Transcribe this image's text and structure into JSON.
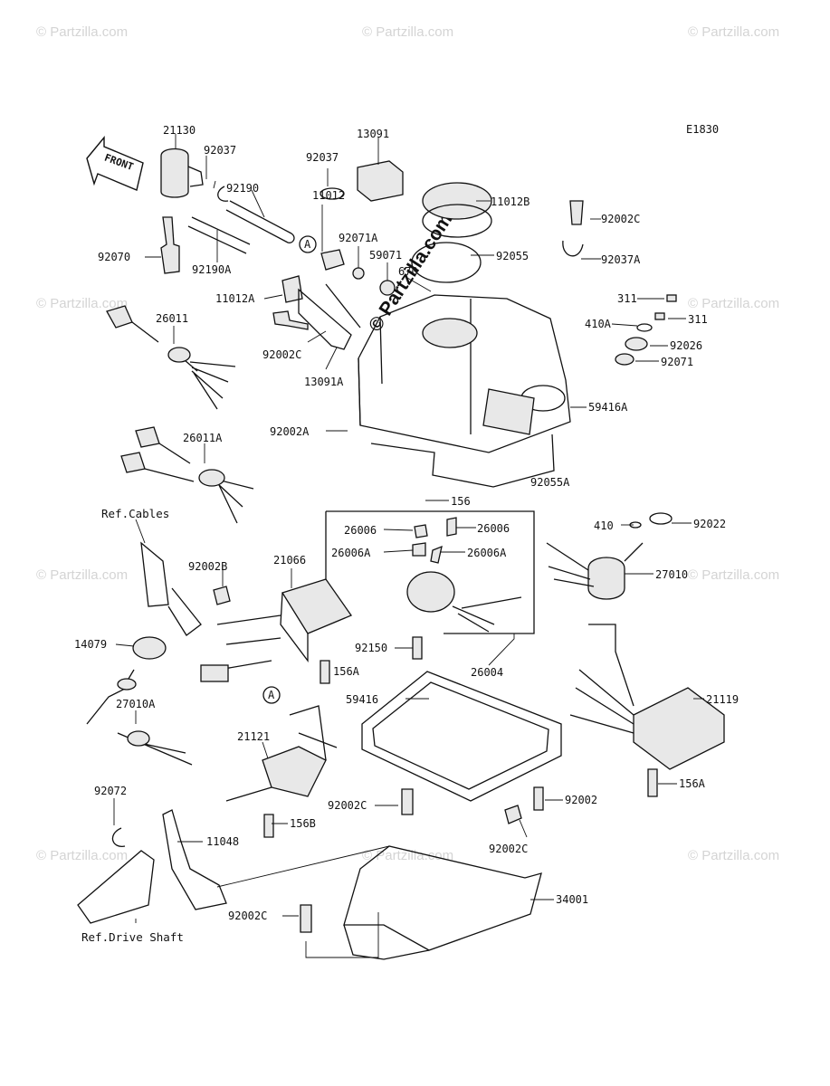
{
  "diagram_code": "E1830",
  "front_label": "FRONT",
  "watermark_text": "© Partzilla.com",
  "center_stamp": "© Partzilla.com",
  "ref_labels": [
    "Ref.Cables",
    "Ref.Drive Shaft"
  ],
  "callouts": [
    "A",
    "A"
  ],
  "parts": [
    "21130",
    "92037",
    "92190",
    "92190A",
    "92070",
    "13091",
    "92037",
    "11012",
    "92071A",
    "59071",
    "11012A",
    "92002C",
    "13091A",
    "11012B",
    "92055",
    "670",
    "92002C",
    "92037A",
    "311",
    "311",
    "410A",
    "92026",
    "92071",
    "26011",
    "59416A",
    "92002A",
    "92055A",
    "156",
    "26011A",
    "26006",
    "26006",
    "26006A",
    "26006A",
    "410",
    "92022",
    "27010",
    "92002B",
    "21066",
    "14079",
    "92150",
    "156A",
    "26004",
    "27010A",
    "59416",
    "21119",
    "21121",
    "156A",
    "92072",
    "92002C",
    "92002",
    "156B",
    "11048",
    "92002C",
    "34001",
    "92002C"
  ]
}
